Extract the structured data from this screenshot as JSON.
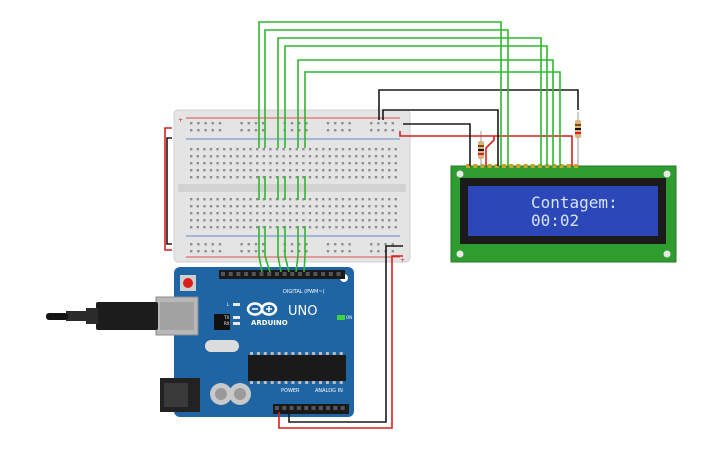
{
  "canvas": {
    "background": "#ffffff"
  },
  "lcd": {
    "line1": "Contagem:",
    "line2": "00:02",
    "text_color": "#d6e4ff",
    "screen_color": "#2c47b8",
    "board_color": "#2f9c2f"
  },
  "arduino": {
    "logo_text": "ARDUINO",
    "model": "UNO",
    "digital_label": "DIGITAL (PWM~)",
    "power_label": "POWER",
    "analog_label": "ANALOG IN",
    "on_label": "ON",
    "tx_label": "TX",
    "rx_label": "RX",
    "l_label": "L",
    "board_color": "#1f64a3"
  },
  "wires": {
    "green": "#2db82d",
    "red": "#d81e1e",
    "black": "#1a1a1a"
  }
}
